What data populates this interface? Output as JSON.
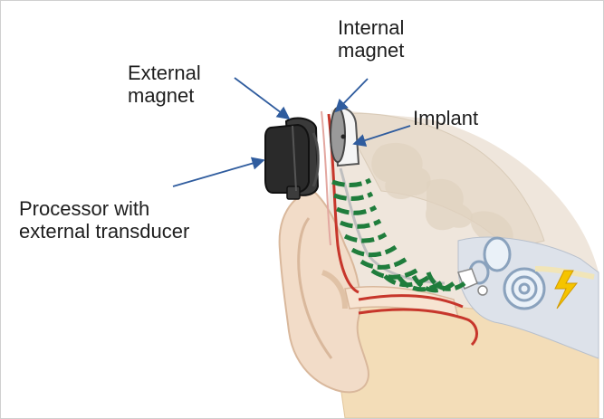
{
  "labels": {
    "internal_magnet": "Internal\nmagnet",
    "external_magnet": "External\nmagnet",
    "implant": "Implant",
    "processor": "Processor with\nexternal transducer"
  },
  "colors": {
    "arrow": "#2f5c9e",
    "coil": "#1f7d3c",
    "skin": "#f2dcc8",
    "bone": "#f3ddb8",
    "vessel": "#c7362b",
    "processor": "#2a2a2a"
  }
}
